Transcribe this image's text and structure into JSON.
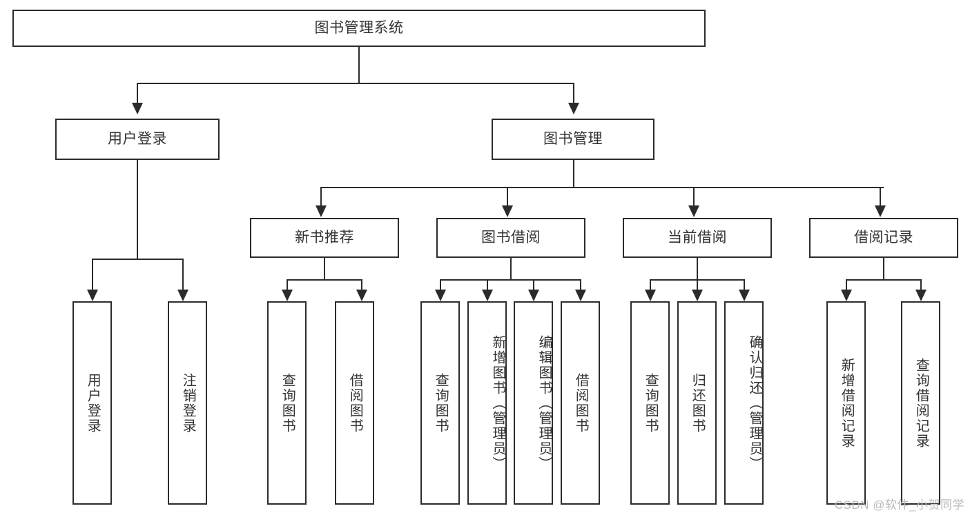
{
  "diagram": {
    "title": "图书管理系统",
    "type": "tree",
    "root": {
      "label": "图书管理系统"
    },
    "level2": [
      {
        "label": "用户登录"
      },
      {
        "label": "图书管理"
      }
    ],
    "level3": [
      {
        "label": "新书推荐"
      },
      {
        "label": "图书借阅"
      },
      {
        "label": "当前借阅"
      },
      {
        "label": "借阅记录"
      }
    ],
    "leaves": {
      "user_login": [
        {
          "label": "用户登录"
        },
        {
          "label": "注销登录"
        }
      ],
      "new_book": [
        {
          "label": "查询图书"
        },
        {
          "label": "借阅图书"
        }
      ],
      "book_borrow": [
        {
          "label": "查询图书"
        },
        {
          "label": "新增图书（管理员）"
        },
        {
          "label": "编辑图书（管理员）"
        },
        {
          "label": "借阅图书"
        }
      ],
      "current_borrow": [
        {
          "label": "查询图书"
        },
        {
          "label": "归还图书"
        },
        {
          "label": "确认归还（管理员）"
        }
      ],
      "borrow_record": [
        {
          "label": "新增借阅记录"
        },
        {
          "label": "查询借阅记录"
        }
      ]
    }
  },
  "watermark": {
    "text": "CSDN @软件_小贺同学"
  },
  "colors": {
    "stroke": "#2b2b2b",
    "text": "#333333",
    "background": "#ffffff",
    "watermark": "#b9b9b9"
  }
}
